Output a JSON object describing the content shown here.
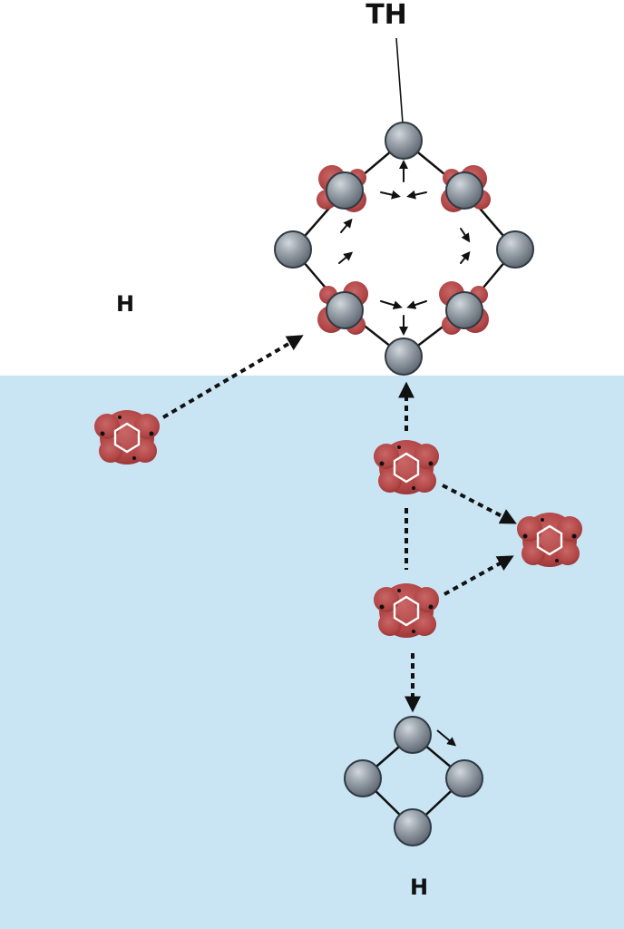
{
  "labels": {
    "top": "TH",
    "left": "H",
    "bottom": "H"
  },
  "colors": {
    "upper_background": "#ffffff",
    "water": "#c9e4f3",
    "node_fill": "#8e979f",
    "node_stroke": "#2f3a44",
    "cloud_fill": "#b84b4b",
    "cloud_dark": "#7d2626",
    "arrow": "#111111"
  },
  "icons": {
    "node": "gray-sphere-icon",
    "cloud": "red-ring-molecule-icon"
  }
}
